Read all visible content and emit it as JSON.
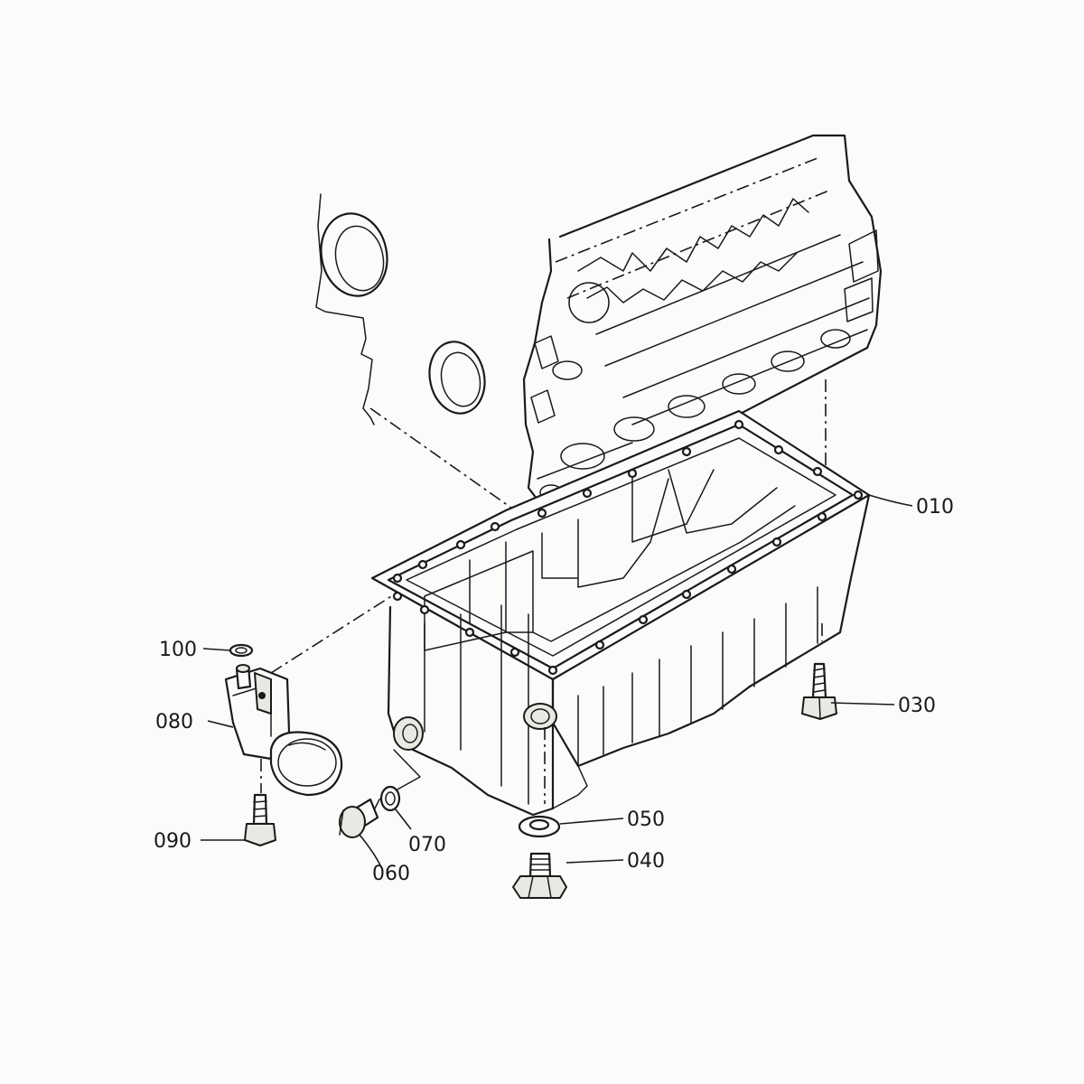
{
  "parts": [
    {
      "id": "010"
    },
    {
      "id": "030"
    },
    {
      "id": "040"
    },
    {
      "id": "050"
    },
    {
      "id": "060"
    },
    {
      "id": "070"
    },
    {
      "id": "080"
    },
    {
      "id": "090"
    },
    {
      "id": "100"
    }
  ],
  "colors": {
    "ink": "#1a1a1a",
    "paper": "#fbfbf9"
  }
}
